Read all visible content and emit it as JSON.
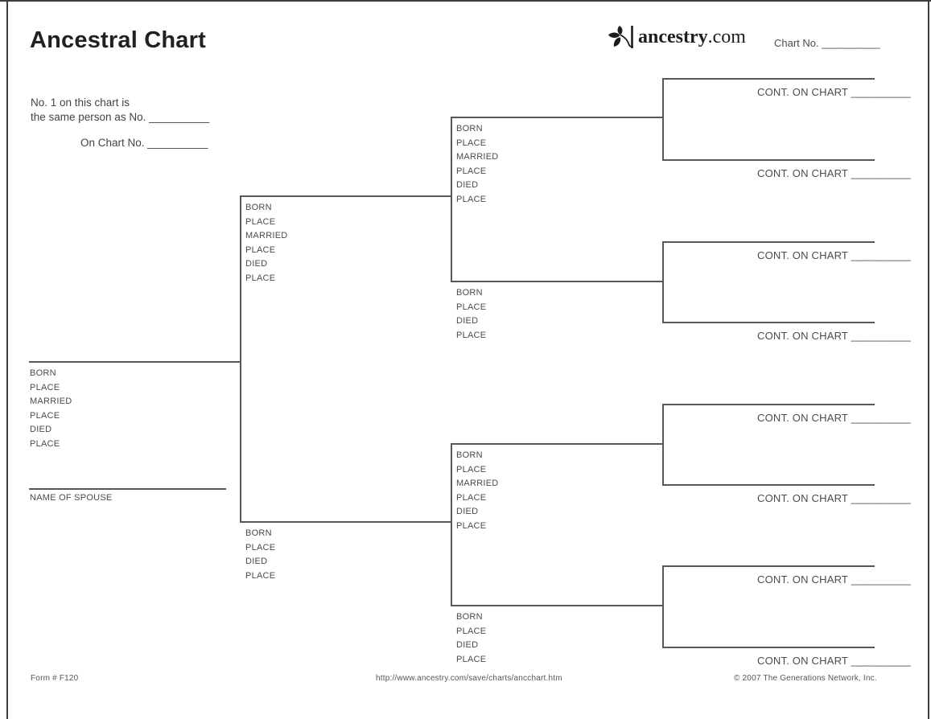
{
  "header": {
    "title": "Ancestral Chart",
    "logo_brand": "ancestry",
    "logo_tld": ".com",
    "chart_no": "Chart No. __________"
  },
  "reference": {
    "line1": "No. 1 on this chart is",
    "line2": "the same person as No. __________",
    "line3": "On Chart No. __________"
  },
  "person1": {
    "fields": "BORN\nPLACE\nMARRIED\nPLACE\nDIED\nPLACE",
    "spouse_label": "NAME OF SPOUSE"
  },
  "father": {
    "fields": "BORN\nPLACE\nMARRIED\nPLACE\nDIED\nPLACE"
  },
  "mother": {
    "fields": "BORN\nPLACE\nDIED\nPLACE"
  },
  "paternal_grandfather": {
    "fields": "BORN\nPLACE\nMARRIED\nPLACE\nDIED\nPLACE"
  },
  "paternal_grandmother": {
    "fields": "BORN\nPLACE\nDIED\nPLACE"
  },
  "maternal_grandfather": {
    "fields": "BORN\nPLACE\nMARRIED\nPLACE\nDIED\nPLACE"
  },
  "maternal_grandmother": {
    "fields": "BORN\nPLACE\nDIED\nPLACE"
  },
  "continuation": {
    "label": "CONT. ON CHART __________"
  },
  "footer": {
    "form_no": "Form # F120",
    "url": "http://www.ancestry.com/save/charts/ancchart.htm",
    "copyright": "© 2007 The Generations Network, Inc."
  },
  "colors": {
    "line": "#57575a",
    "text": "#4b4b4e",
    "title": "#242021"
  }
}
